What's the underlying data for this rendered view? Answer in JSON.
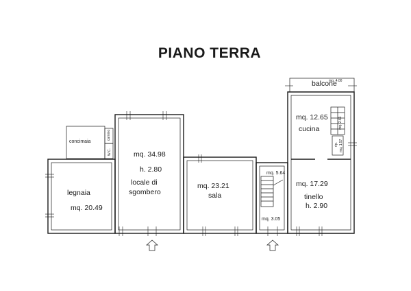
{
  "title": "PIANO TERRA",
  "rooms": {
    "balcone": {
      "name": "balcone",
      "area": "mq. 4.00"
    },
    "cucina": {
      "name": "cucina",
      "area": "mq. 12.65"
    },
    "concimaia": {
      "name": "concimaia"
    },
    "camino": {
      "name": "camino"
    },
    "wc": {
      "name": "W.C."
    },
    "locale": {
      "area": "mq. 34.98",
      "height": "h. 2.80",
      "name_line1": "locale di",
      "name_line2": "sgombero"
    },
    "legnaia": {
      "name": "legnaia",
      "area": "mq. 20.49"
    },
    "sala": {
      "area": "mq. 23.21",
      "name": "sala"
    },
    "stair_landing": {
      "area": "mq. 5.64"
    },
    "entrance": {
      "area": "mq. 3.05"
    },
    "tinello": {
      "area": "mq. 17.29",
      "name": "tinello",
      "height": "h. 2.90"
    },
    "stair_right": {
      "area": "mq. 2.61"
    },
    "ripostiglio": {
      "name": "rip.",
      "area": "mq. 1.57"
    }
  }
}
